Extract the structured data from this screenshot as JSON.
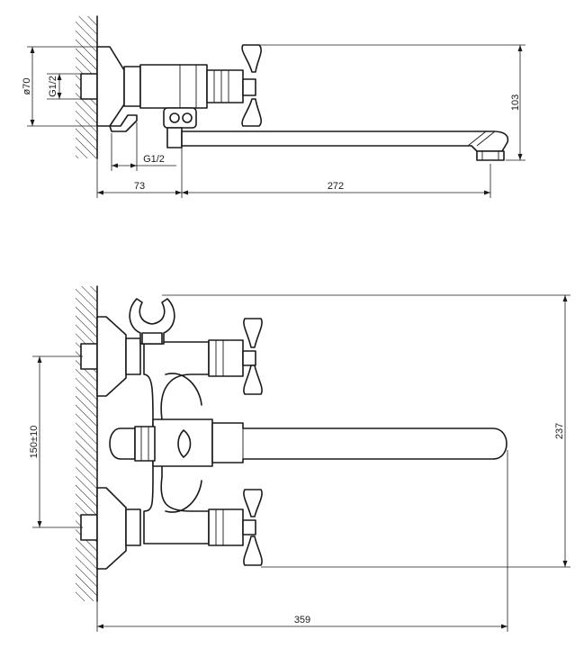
{
  "side_view": {
    "dim_diameter": "ø70",
    "dim_thread_top": "G1/2",
    "dim_thread_bottom": "G1/2",
    "dim_height": "103",
    "dim_depth_left": "73",
    "dim_spout_length": "272"
  },
  "front_view": {
    "dim_centers": "150±10",
    "dim_height": "237",
    "dim_total_width": "359"
  }
}
